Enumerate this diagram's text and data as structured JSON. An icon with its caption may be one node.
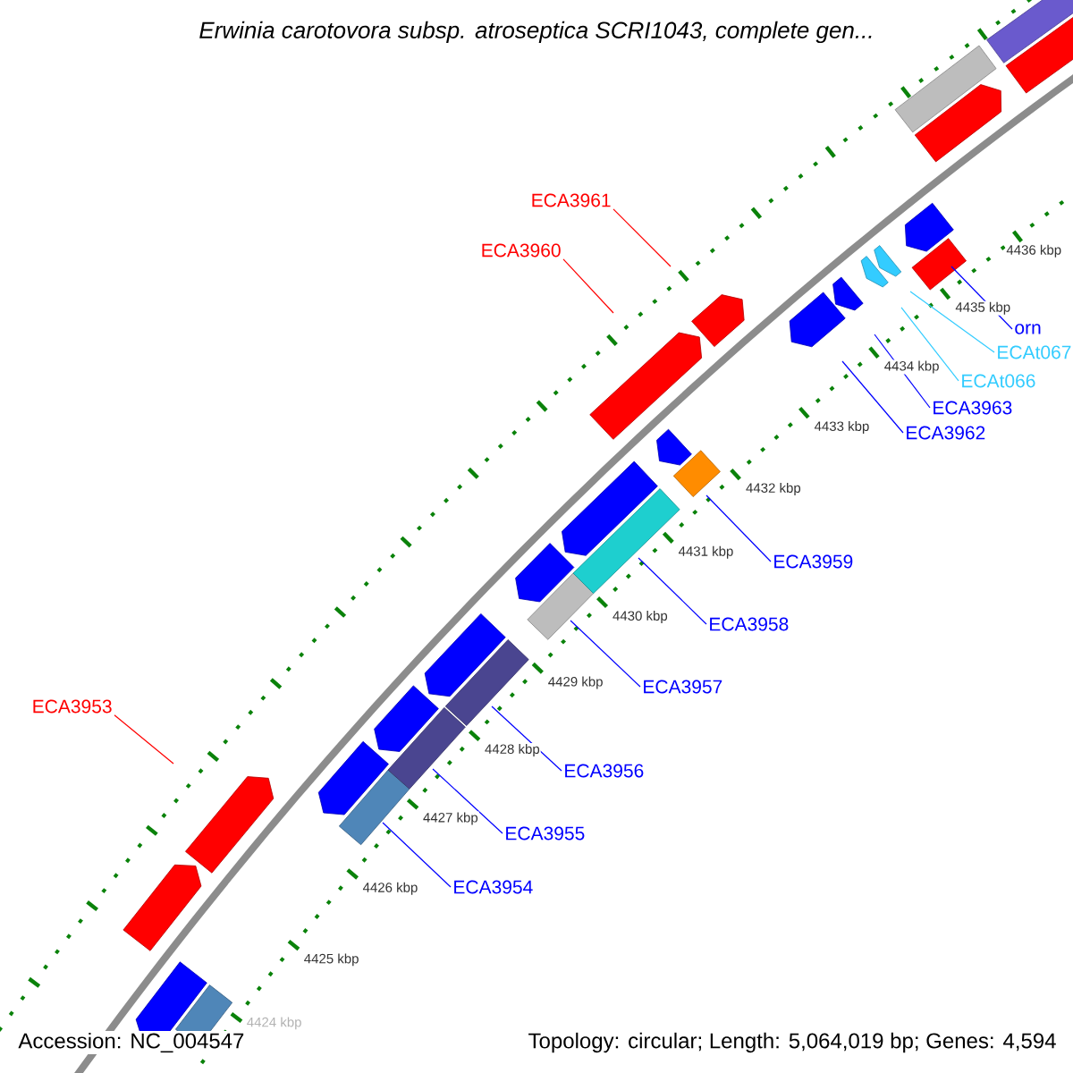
{
  "diagram": {
    "title": "Erwinia carotovora subsp. atroseptica SCRI1043, complete gen...",
    "nodes": [
      {
        "text": [
          "ECA3961"
        ]
      },
      {
        "text": [
          "ECA3960"
        ]
      },
      {
        "text": [
          "orn"
        ]
      },
      {
        "text": [
          "ECAt067"
        ]
      },
      {
        "text": [
          "ECAt066"
        ]
      },
      {
        "text": [
          "ECA3963"
        ]
      },
      {
        "text": [
          "ECA3962"
        ]
      },
      {
        "text": [
          "ECA3959"
        ]
      },
      {
        "text": [
          "ECA3958"
        ]
      },
      {
        "text": [
          "ECA3957"
        ]
      },
      {
        "text": [
          "ECA3953"
        ]
      },
      {
        "text": [
          "ECA3956"
        ]
      },
      {
        "text": [
          "ECA3955"
        ]
      },
      {
        "text": [
          "ECA3954"
        ]
      }
    ],
    "edges": [
      {
        "from": 0,
        "to": null,
        "arrow": "none",
        "color": "#ff0000"
      },
      {
        "from": 1,
        "to": null,
        "arrow": "none",
        "color": "#ff0000"
      },
      {
        "from": 2,
        "to": null,
        "arrow": "none"
      },
      {
        "from": 3,
        "to": null,
        "arrow": "none",
        "color": "#33ccff"
      },
      {
        "from": 4,
        "to": null,
        "arrow": "none",
        "color": "#33ccff"
      },
      {
        "from": 5,
        "to": null,
        "arrow": "none"
      },
      {
        "from": 6,
        "to": null,
        "arrow": "none"
      },
      {
        "from": 7,
        "to": null,
        "arrow": "none"
      },
      {
        "from": 8,
        "to": null,
        "arrow": "none"
      },
      {
        "from": 9,
        "to": null,
        "arrow": "none"
      },
      {
        "from": 10,
        "to": null,
        "arrow": "none",
        "color": "#ff0000"
      },
      {
        "from": 11,
        "to": null,
        "arrow": "none"
      },
      {
        "from": 12,
        "to": null,
        "arrow": "none"
      },
      {
        "from": 13,
        "to": null,
        "arrow": "none"
      }
    ],
    "labels": [
      "4436 kbp",
      "4435 kbp",
      "4434 kbp",
      "4433 kbp",
      "4432 kbp",
      "4431 kbp",
      "4430 kbp",
      "4429 kbp",
      "4428 kbp",
      "4427 kbp",
      "4426 kbp",
      "4425 kbp",
      "4424 kbp",
      "Accession: NC_004547",
      "Topology: circular; Length: 5,064,019 bp; Genes: 4,594"
    ]
  }
}
